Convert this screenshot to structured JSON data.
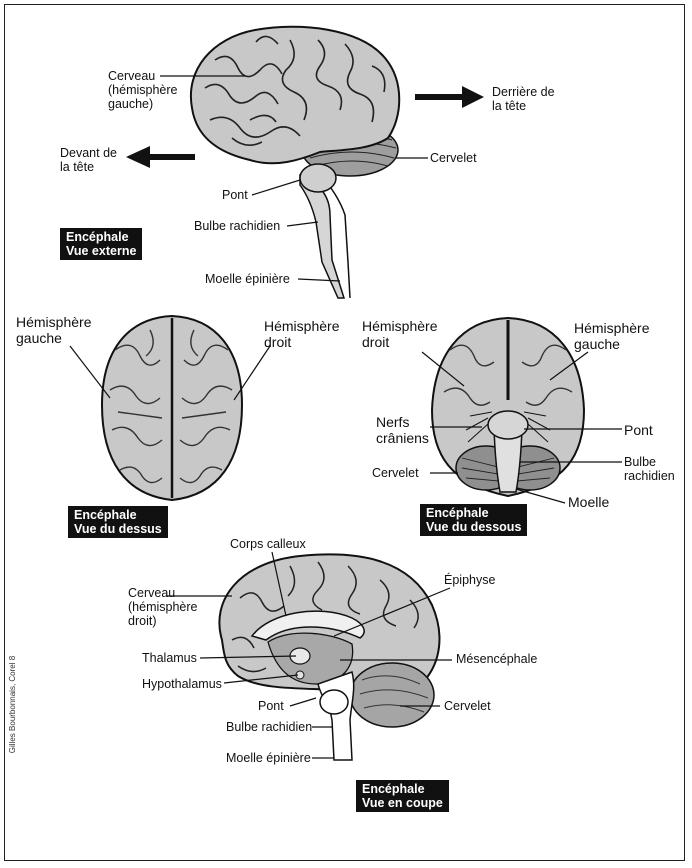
{
  "panels": {
    "external": {
      "labels": {
        "cerveau": "Cerveau\n(hémisphère\ngauche)",
        "derriere": "Derrière de\nla tête",
        "devant": "Devant de\nla tête",
        "cervelet": "Cervelet",
        "pont": "Pont",
        "bulbe": "Bulbe rachidien",
        "moelle": "Moelle épinière"
      },
      "badge": {
        "line1": "Encéphale",
        "line2": "Vue externe"
      }
    },
    "top": {
      "labels": {
        "gauche": "Hémisphère\ngauche",
        "droit": "Hémisphère\ndroit"
      },
      "badge": {
        "line1": "Encéphale",
        "line2": "Vue du dessus"
      }
    },
    "bottom": {
      "labels": {
        "droit": "Hémisphère\ndroit",
        "gauche": "Hémisphère\ngauche",
        "nerfs": "Nerfs\ncrâniens",
        "pont": "Pont",
        "cervelet": "Cervelet",
        "bulbe": "Bulbe\nrachidien",
        "moelle": "Moelle"
      },
      "badge": {
        "line1": "Encéphale",
        "line2": "Vue du dessous"
      }
    },
    "section": {
      "labels": {
        "corps": "Corps calleux",
        "epiphyse": "Épiphyse",
        "cerveau": "Cerveau\n(hémisphère\ndroit)",
        "thalamus": "Thalamus",
        "mesencephale": "Mésencéphale",
        "hypothalamus": "Hypothalamus",
        "pont": "Pont",
        "cervelet": "Cervelet",
        "bulbe": "Bulbe rachidien",
        "moelle": "Moelle épinière"
      },
      "badge": {
        "line1": "Encéphale",
        "line2": "Vue en coupe"
      }
    }
  },
  "credit": "Gilles Bourbonnais, Corel 8",
  "colors": {
    "tissue": "#c8c8c8",
    "tissue_light": "#dcdcdc",
    "ink": "#111111",
    "badge_bg": "#111111"
  }
}
